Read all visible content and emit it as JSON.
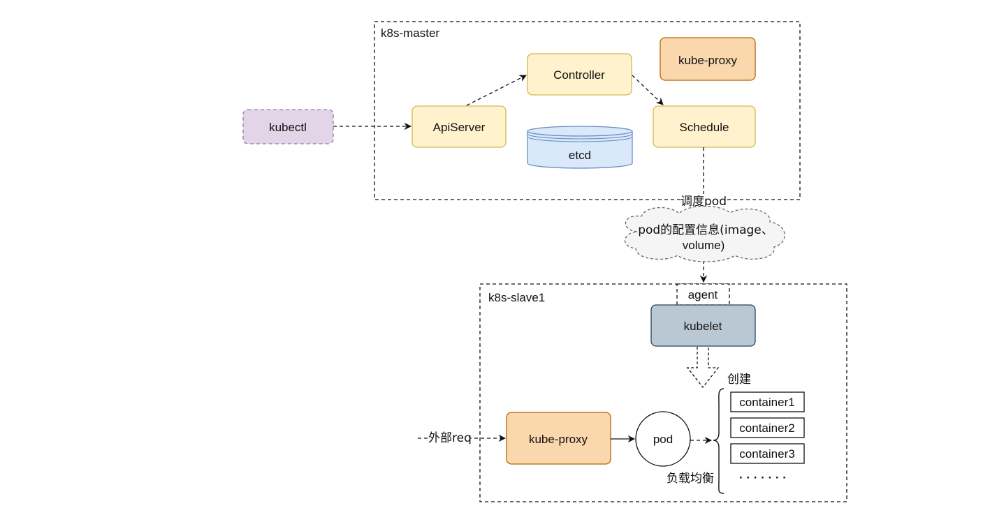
{
  "master": {
    "title": "k8s-master",
    "kubectl": "kubectl",
    "apiserver": "ApiServer",
    "controller": "Controller",
    "kube_proxy": "kube-proxy",
    "schedule": "Schedule",
    "etcd": "etcd"
  },
  "edge": {
    "schedule_pod": "调度pod",
    "cloud_line1": "pod的配置信息(image、",
    "cloud_line2": "volume)"
  },
  "slave": {
    "title": "k8s-slave1",
    "agent": "agent",
    "kubelet": "kubelet",
    "create": "创建",
    "external_req": "外部req",
    "kube_proxy": "kube-proxy",
    "pod": "pod",
    "load_balance": "负载均衡",
    "containers": [
      "container1",
      "container2",
      "container3"
    ],
    "ellipsis": "· · · · · · ·"
  },
  "colors": {
    "yellow_fill": "#fff2cc",
    "yellow_stroke": "#d6b656",
    "orange_fill": "#fad7ac",
    "orange_stroke": "#b46504",
    "purple_fill": "#e1d5e7",
    "purple_stroke": "#9673a6",
    "blue_fill": "#dae8fc",
    "blue_stroke": "#6c8ebf",
    "slate_fill": "#bac8d3",
    "slate_stroke": "#23445d",
    "cloud_fill": "#f5f5f5",
    "cloud_stroke": "#666666"
  }
}
